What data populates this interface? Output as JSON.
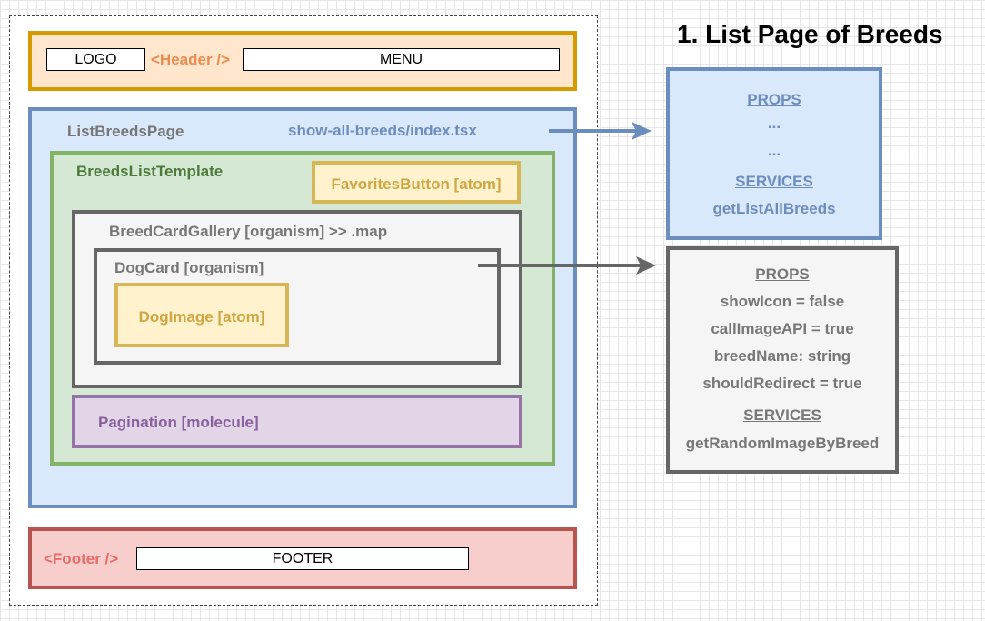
{
  "title": "1. List Page of Breeds",
  "header": {
    "logo": "LOGO",
    "tag": "<Header />",
    "menu": "MENU"
  },
  "list_page": {
    "name": "ListBreedsPage",
    "file": "show-all-breeds/index.tsx",
    "template": {
      "name": "BreedsListTemplate",
      "favorites_button": "FavoritesButton [atom]",
      "gallery": {
        "name": "BreedCardGallery [organism] >> .map",
        "dog_card": {
          "name": "DogCard [organism]",
          "dog_image": "DogImage [atom]"
        }
      },
      "pagination": "Pagination [molecule]"
    }
  },
  "footer": {
    "tag": "<Footer />",
    "label": "FOOTER"
  },
  "page_panel": {
    "props_heading": "PROPS",
    "props": [
      "...",
      "..."
    ],
    "services_heading": "SERVICES",
    "services": [
      "getListAllBreeds"
    ]
  },
  "card_panel": {
    "props_heading": "PROPS",
    "props": [
      "showIcon = false",
      "callImageAPI = true",
      "breedName: string",
      "shouldRedirect = true"
    ],
    "services_heading": "SERVICES",
    "services": [
      "getRandomImageByBreed"
    ]
  },
  "colors": {
    "header_stroke": "#d79b00",
    "page_stroke": "#6c8ebf",
    "template_stroke": "#82b366",
    "atom_stroke": "#d6b656",
    "organism_stroke": "#666666",
    "molecule_stroke": "#9673a6",
    "footer_stroke": "#b85450"
  }
}
